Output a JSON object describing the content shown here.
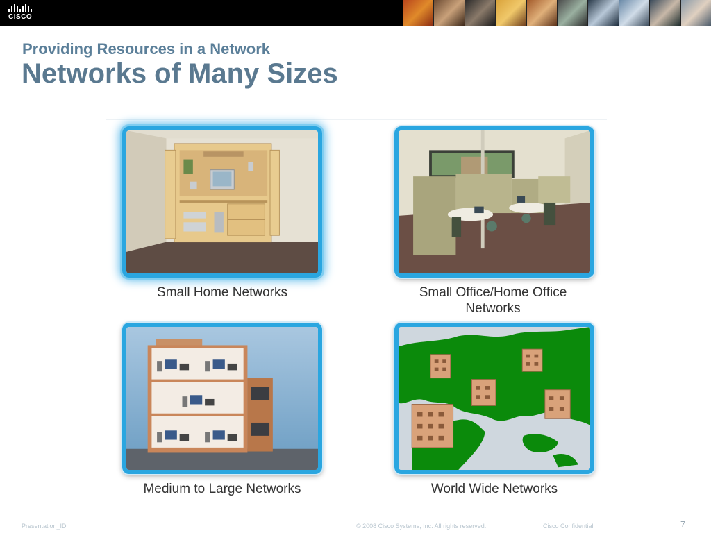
{
  "header": {
    "logo_text": "CISCO",
    "photo_strip_icon": "people-photo-strip"
  },
  "slide": {
    "subtitle": "Providing Resources in a Network",
    "title": "Networks of Many Sizes"
  },
  "tiles": [
    {
      "caption": "Small Home Networks",
      "image": "home-office-cabinet-image"
    },
    {
      "caption_line1": "Small Office/Home Office",
      "caption_line2": "Networks",
      "image": "office-cubicles-image"
    },
    {
      "caption": "Medium to Large Networks",
      "image": "office-building-image"
    },
    {
      "caption": "World Wide Networks",
      "image": "world-map-buildings-image"
    }
  ],
  "footer": {
    "presentation_id": "Presentation_ID",
    "copyright": "© 2008 Cisco Systems, Inc. All rights reserved.",
    "confidential": "Cisco Confidential",
    "page_number": "7"
  },
  "colors": {
    "tile_border": "#2aa6e0",
    "title": "#5a7990",
    "map_land": "#0b8a0b",
    "map_water": "#cfd7de"
  }
}
